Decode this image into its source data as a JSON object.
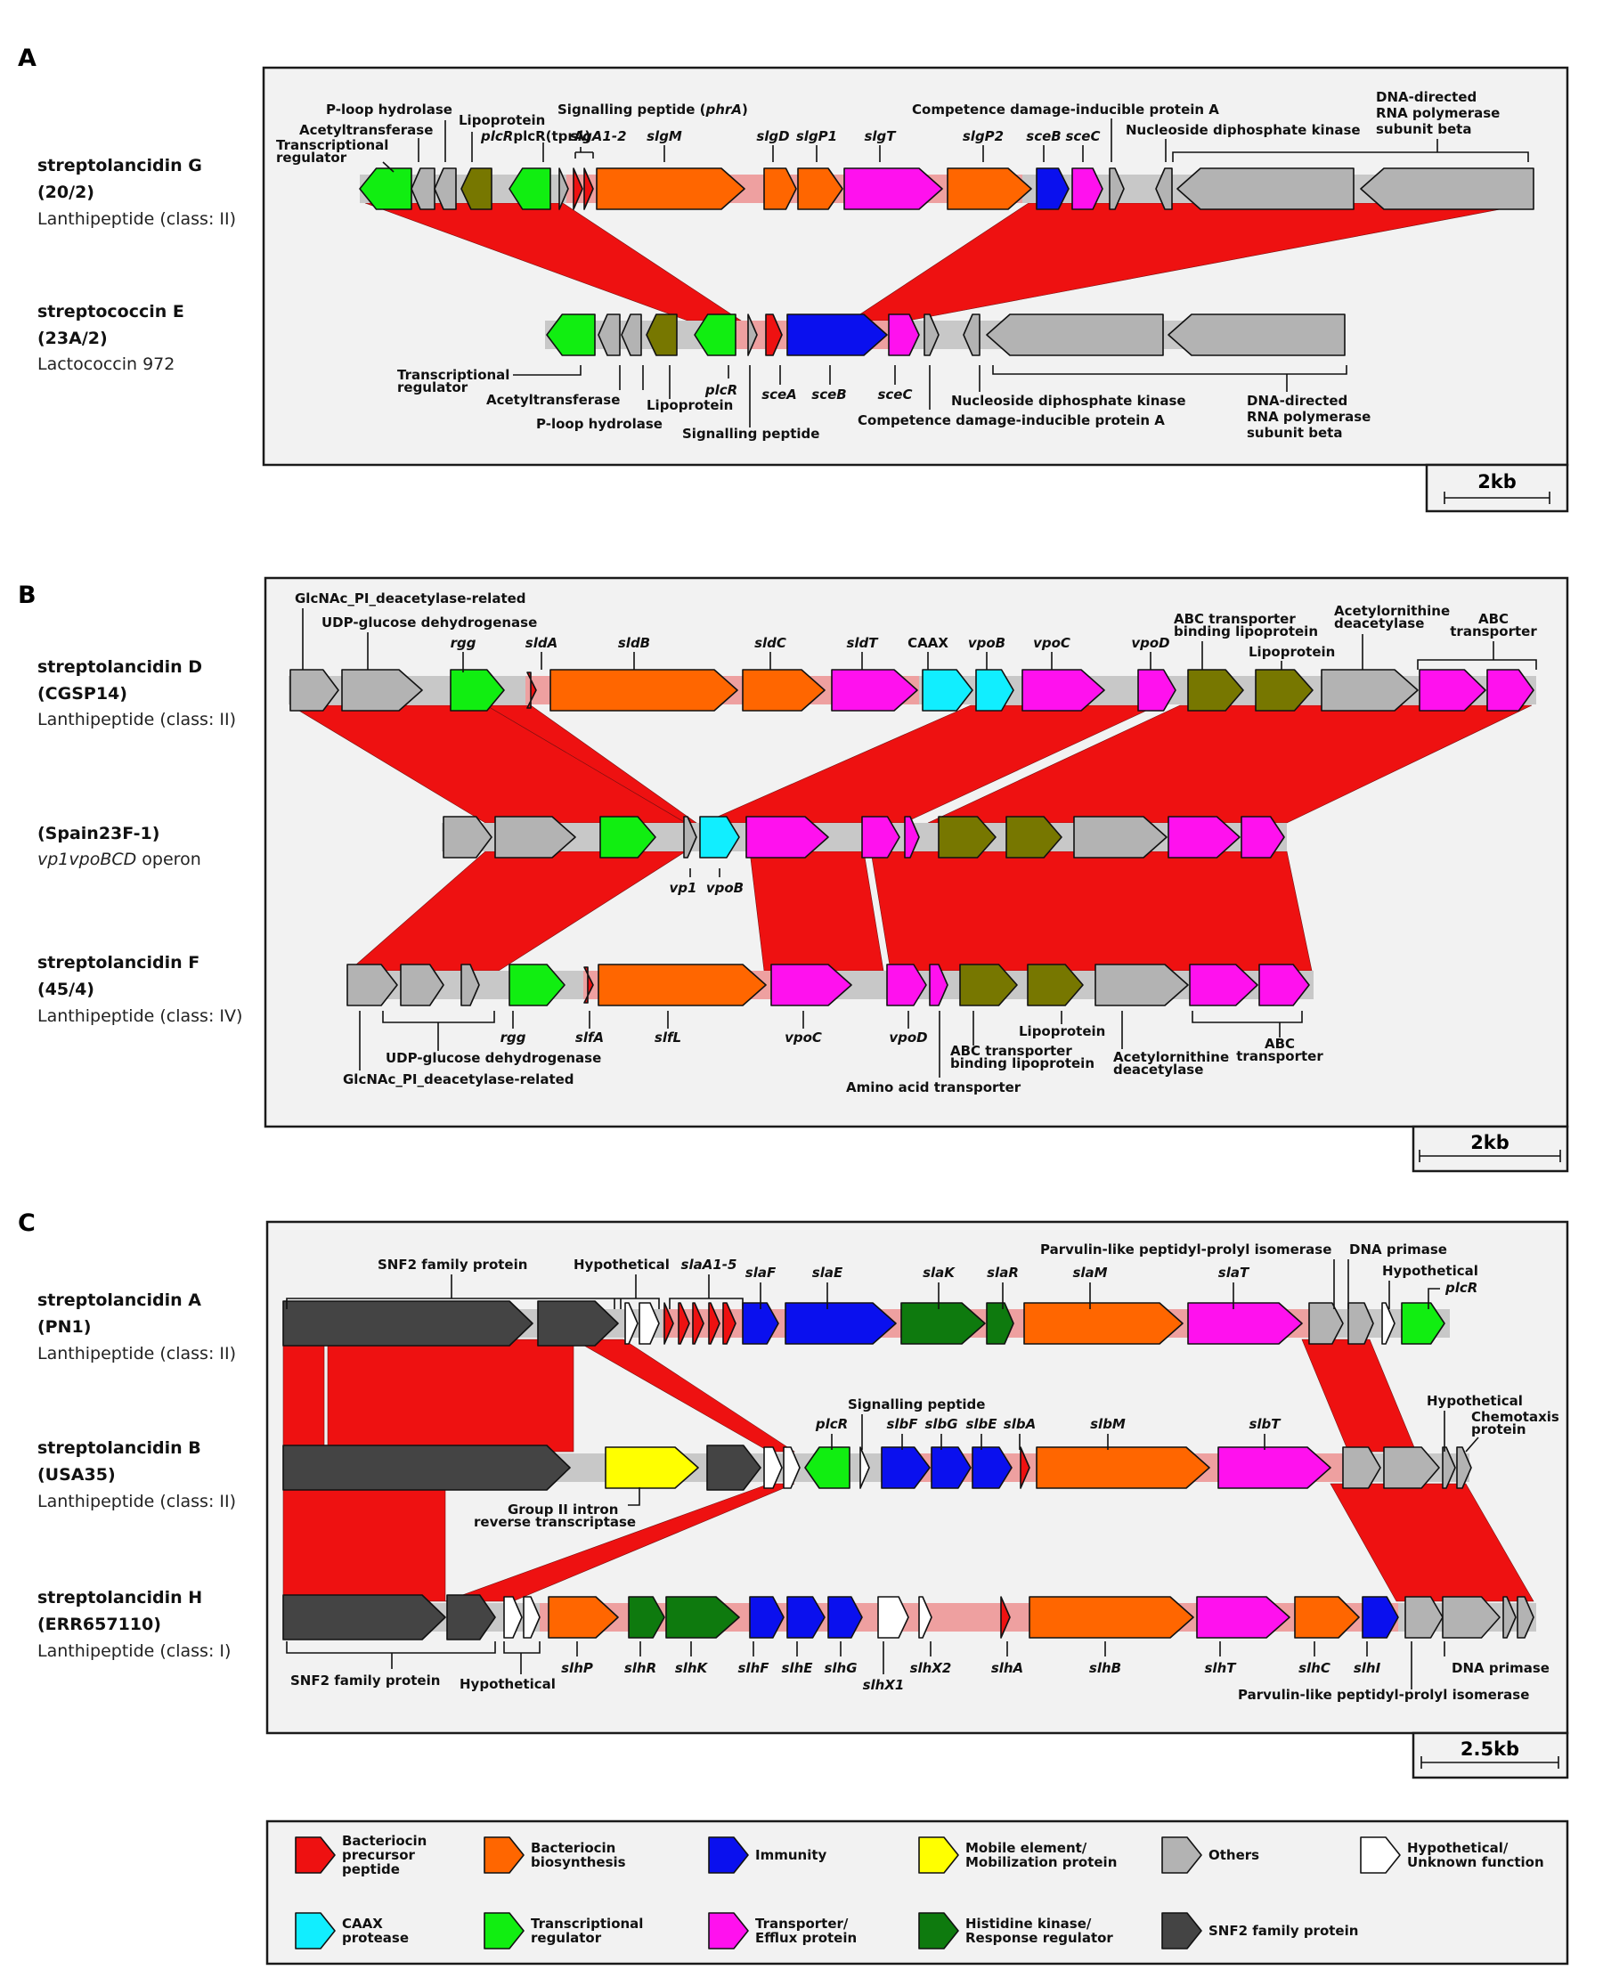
{
  "colors": {
    "precursor": "#ee1111",
    "biosynthesis": "#ff6600",
    "immunity": "#0a10ee",
    "mobile": "#ffff00",
    "others": "#b3b3b3",
    "hypothetical": "#ffffff",
    "caax": "#11eeff",
    "regulator": "#11ee11",
    "transporter": "#ff11ee",
    "kinase": "#0e7a0e",
    "snf2": "#444444",
    "lipo": "#777700",
    "link": "#ee1111",
    "region": "#eea0a0"
  },
  "panels": [
    {
      "label": "A",
      "scale": "2kb",
      "tracks": [
        {
          "name": "streptolancidin G",
          "id": "(20/2)",
          "sub": "Lanthipeptide (class: II)",
          "sub_italic": ""
        },
        {
          "name": "streptococcin E",
          "id": "(23A/2)",
          "sub": "Lactococcin 972",
          "sub_italic": ""
        }
      ],
      "labels_top": [
        "Transcriptional",
        "regulator",
        "Acetyltransferase",
        "P-loop hydrolase",
        "Lipoprotein",
        "plcR(tprA)",
        "Signalling peptide (",
        "phrA",
        ")",
        "slgA1-2",
        "slgM",
        "slgD",
        "slgP1",
        "slgT",
        "slgP2",
        "sceB",
        "sceC",
        "Competence damage-inducible protein A",
        "Nucleoside diphosphate kinase",
        "DNA-directed",
        "RNA polymerase",
        "subunit beta"
      ],
      "labels_bottom": [
        "Transcriptional",
        "regulator",
        "Acetyltransferase",
        "P-loop hydrolase",
        "Lipoprotein",
        "plcR",
        "sceA",
        "sceB",
        "sceC",
        "Signalling peptide",
        "Competence damage-inducible protein A",
        "Nucleoside diphosphate kinase",
        "DNA-directed",
        "RNA polymerase",
        "subunit beta"
      ]
    },
    {
      "label": "B",
      "scale": "2kb",
      "tracks": [
        {
          "name": "streptolancidin D",
          "id": "(CGSP14)",
          "sub": "Lanthipeptide (class: II)",
          "sub_italic": ""
        },
        {
          "name": "",
          "id": "(Spain23F-1)",
          "sub": " operon",
          "sub_italic": "vp1vpoBCD"
        },
        {
          "name": "streptolancidin F",
          "id": "(45/4)",
          "sub": "Lanthipeptide (class: IV)",
          "sub_italic": ""
        }
      ],
      "labels_top": [
        "GlcNAc_PI_deacetylase-related",
        "UDP-glucose dehydrogenase",
        "rgg",
        "sldA",
        "sldB",
        "sldC",
        "sldT",
        "CAAX",
        "vpoB",
        "vpoC",
        "vpoD",
        "ABC transporter",
        "binding lipoprotein",
        "Lipoprotein",
        "Acetylornithine",
        "deacetylase",
        "ABC",
        "transporter"
      ],
      "labels_mid": [
        "vp1",
        "vpoB"
      ],
      "labels_bottom": [
        "rgg",
        "slfA",
        "slfL",
        "vpoC",
        "vpoD",
        "Lipoprotein",
        "UDP-glucose dehydrogenase",
        "GlcNAc_PI_deacetylase-related",
        "ABC transporter",
        "binding lipoprotein",
        "Amino acid transporter",
        "Acetylornithine",
        "deacetylase",
        "ABC",
        "transporter"
      ]
    },
    {
      "label": "C",
      "scale": "2.5kb",
      "tracks": [
        {
          "name": "streptolancidin A",
          "id": "(PN1)",
          "sub": "Lanthipeptide (class: II)",
          "sub_italic": ""
        },
        {
          "name": "streptolancidin B",
          "id": "(USA35)",
          "sub": "Lanthipeptide (class: II)",
          "sub_italic": ""
        },
        {
          "name": "streptolancidin H",
          "id": "(ERR657110)",
          "sub": "Lanthipeptide (class: I)",
          "sub_italic": ""
        }
      ],
      "labels_top": [
        "SNF2 family protein",
        "Hypothetical",
        "slaA1-5",
        "slaF",
        "slaE",
        "slaK",
        "slaR",
        "slaM",
        "slaT",
        "Parvulin-like peptidyl-prolyl isomerase",
        "DNA primase",
        "Hypothetical",
        "plcR"
      ],
      "labels_mid": [
        "Signalling peptide",
        "plcR",
        "slbF",
        "slbG",
        "slbE",
        "slbA",
        "slbM",
        "slbT",
        "Hypothetical",
        "Chemotaxis",
        "protein",
        "Group II intron",
        "reverse transcriptase"
      ],
      "labels_bottom": [
        "SNF2 family protein",
        "Hypothetical",
        "slhP",
        "slhR",
        "slhK",
        "slhF",
        "slhE",
        "slhG",
        "slhX1",
        "slhX2",
        "slhA",
        "slhB",
        "slhT",
        "slhC",
        "slhI",
        "DNA primase",
        "Parvulin-like peptidyl-prolyl isomerase"
      ]
    }
  ],
  "legend": [
    {
      "lines": [
        "Bacteriocin",
        "precursor",
        "peptide"
      ],
      "color": "#ee1111"
    },
    {
      "lines": [
        "Bacteriocin",
        "biosynthesis"
      ],
      "color": "#ff6600"
    },
    {
      "lines": [
        "Immunity"
      ],
      "color": "#0a10ee"
    },
    {
      "lines": [
        "Mobile element/",
        "Mobilization protein"
      ],
      "color": "#ffff00"
    },
    {
      "lines": [
        "Others"
      ],
      "color": "#b3b3b3"
    },
    {
      "lines": [
        "Hypothetical/",
        "Unknown function"
      ],
      "color": "#ffffff"
    },
    {
      "lines": [
        "CAAX",
        "protease"
      ],
      "color": "#11eeff"
    },
    {
      "lines": [
        "Transcriptional",
        "regulator"
      ],
      "color": "#11ee11"
    },
    {
      "lines": [
        "Transporter/",
        "Efflux protein"
      ],
      "color": "#ff11ee"
    },
    {
      "lines": [
        "Histidine kinase/",
        "Response regulator"
      ],
      "color": "#0e7a0e"
    },
    {
      "lines": [
        "SNF2 family protein"
      ],
      "color": "#444444"
    }
  ]
}
